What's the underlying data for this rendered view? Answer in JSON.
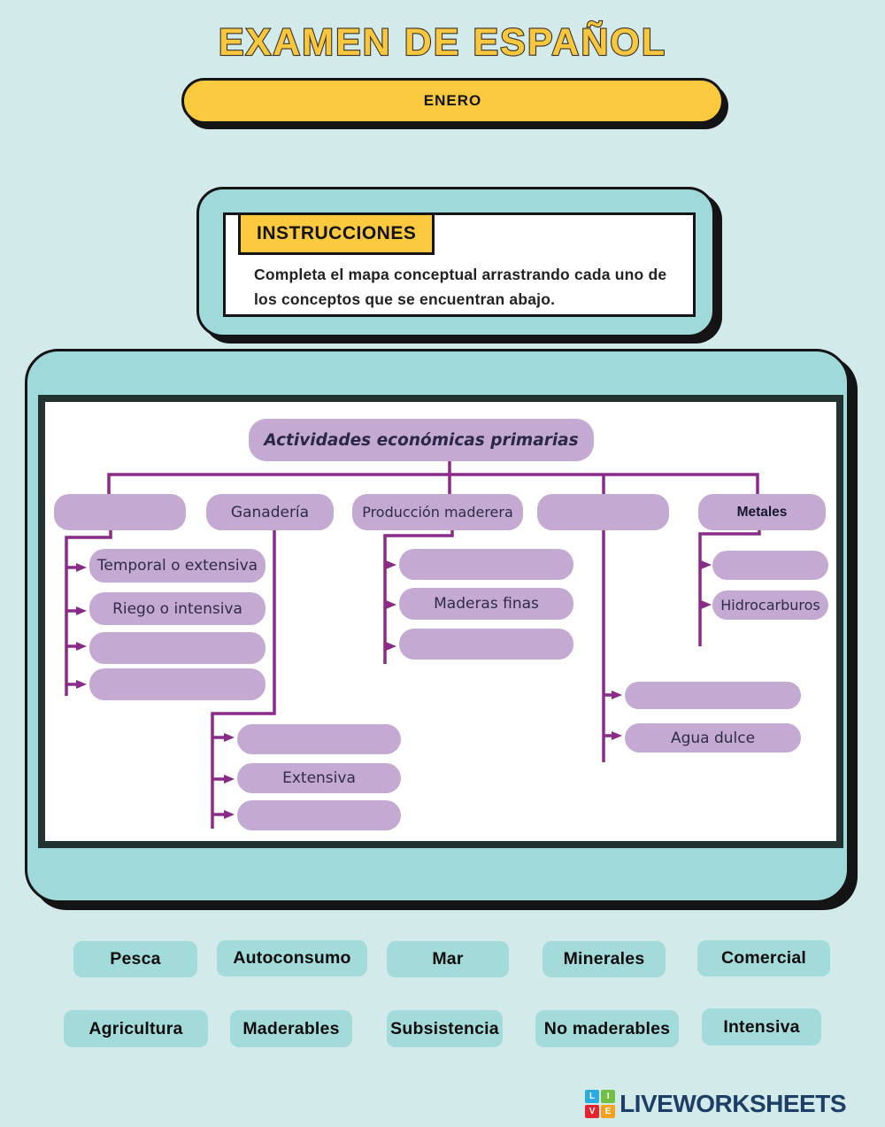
{
  "page": {
    "title": "EXAMEN DE ESPAÑOL",
    "banner": "ENERO"
  },
  "instructions": {
    "label": "INSTRUCCIONES",
    "text": "Completa el mapa conceptual arrastrando cada uno de los conceptos que se encuentran abajo."
  },
  "map": {
    "root": "Actividades económicas primarias",
    "top": [
      "",
      "Ganadería",
      "Producción maderera",
      "",
      "Metales"
    ],
    "agricultura_children": [
      "Temporal o extensiva",
      "Riego o intensiva",
      "",
      ""
    ],
    "ganaderia_children": [
      "",
      "Extensiva",
      ""
    ],
    "maderera_children": [
      "",
      "Maderas finas",
      ""
    ],
    "pesca_children": [
      "",
      "Agua dulce"
    ],
    "mineria_children": [
      "",
      "Hidrocarburos"
    ]
  },
  "word_bank": {
    "row1": [
      "Pesca",
      "Autoconsumo",
      "Mar",
      "Minerales",
      "Comercial"
    ],
    "row2": [
      "Agricultura",
      "Maderables",
      "Subsistencia",
      "No maderables",
      "Intensiva"
    ]
  },
  "footer": {
    "brand": "LIVEWORKSHEETS",
    "logo_letters": [
      "L",
      "I",
      "V",
      "E"
    ]
  },
  "colors": {
    "background": "#d3eaea",
    "accent_yellow": "#fbc93e",
    "panel_teal": "#9fd9d9",
    "chip_teal": "#a2dbda",
    "node_purple": "#c4aad2",
    "connector_purple": "#8a2b8a",
    "brand_navy": "#1d3e66"
  }
}
